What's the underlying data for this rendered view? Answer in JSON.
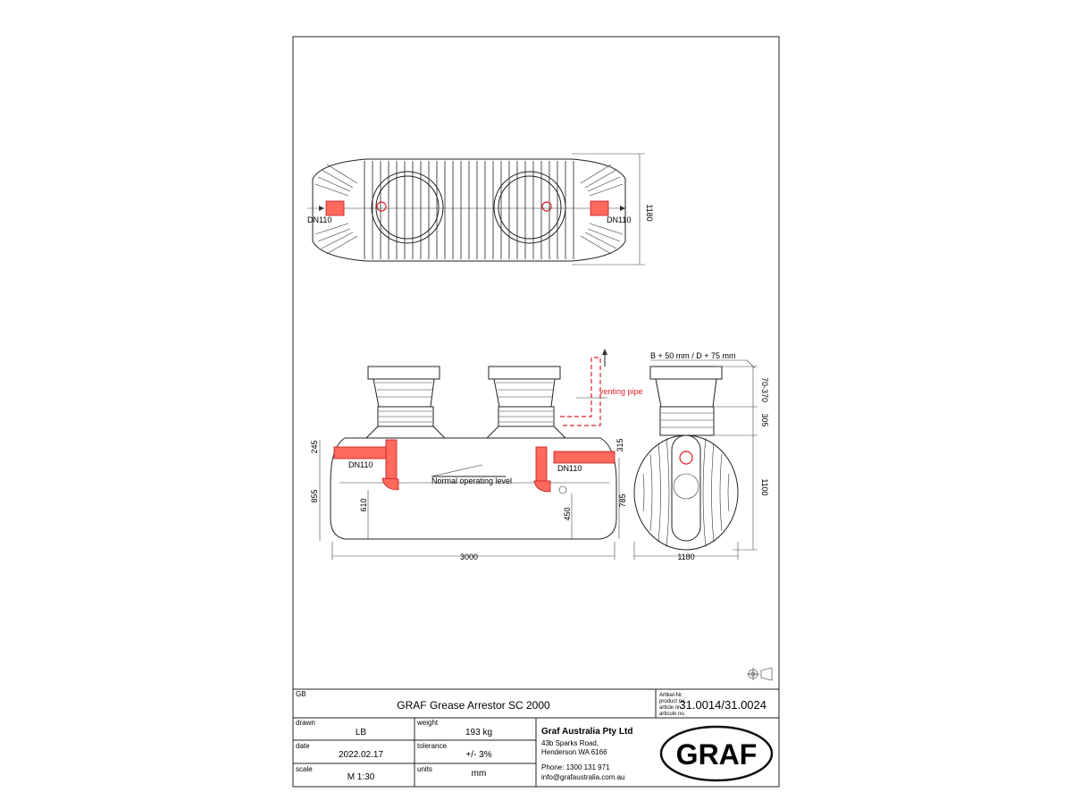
{
  "labels": {
    "inlet_left": "DN110",
    "outlet_right": "DN110",
    "side_inlet": "DN110",
    "side_outlet": "DN110",
    "venting_pipe": "venting pipe",
    "normal_level": "Normal operating level",
    "cover_note": "B + 50 mm / D + 75 mm"
  },
  "dimensions": {
    "top_width": "1180",
    "length": "3000",
    "end_width": "1180",
    "end_height": "1100",
    "height_total": "855",
    "inlet_top": "245",
    "outlet_top": "315",
    "inlet_depth": "610",
    "outlet_depth": "450",
    "outlet_height": "785",
    "riser": "305",
    "cover_range": "70-370"
  },
  "title_block": {
    "lang": "GB",
    "title": "GRAF Grease Arrestor SC 2000",
    "article_labels": [
      "Artikel-Nr.",
      "product no.",
      "article nr.",
      "articulo no."
    ],
    "article_no": "31.0014/31.0024",
    "drawn_label": "drawn",
    "drawn_value": "LB",
    "date_label": "date",
    "date_value": "2022.02.17",
    "scale_label": "scale",
    "scale_value": "M 1:30",
    "weight_label": "weight",
    "weight_value": "193 kg",
    "tolerance_label": "tolerance",
    "tolerance_value": "+/- 3%",
    "units_label": "units",
    "units_value": "mm",
    "company": "Graf Australia Pty Ltd",
    "address1": "43b Sparks Road,",
    "address2": "Henderson WA 6166",
    "phone": "Phone: 1300 131 971",
    "email": "info@grafaustralia.com.au",
    "logo_text": "GRAF"
  }
}
